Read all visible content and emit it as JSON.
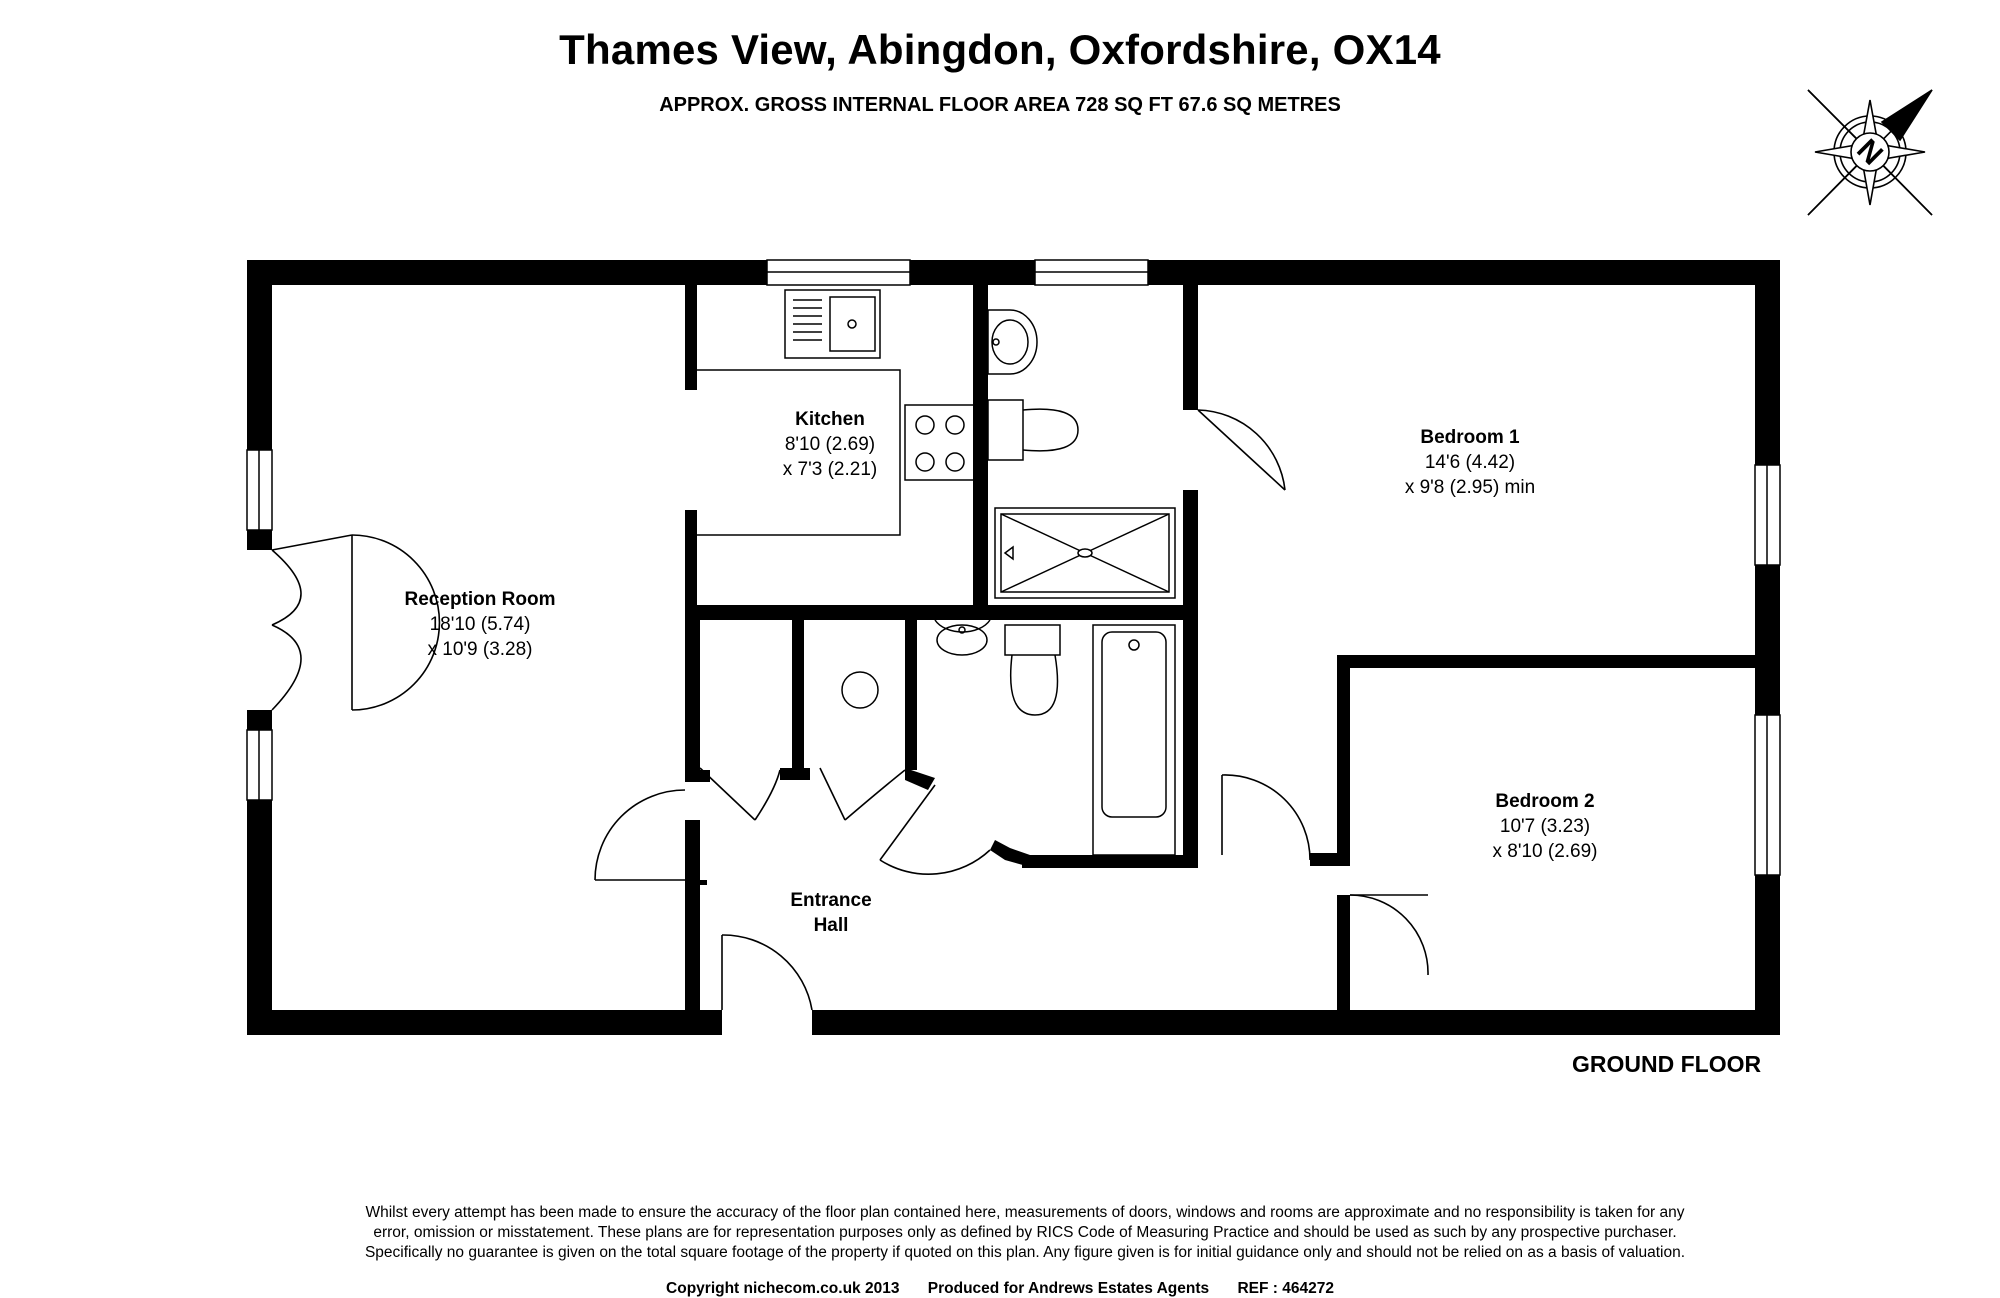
{
  "header": {
    "title": "Thames View, Abingdon, Oxfordshire, OX14",
    "subtitle": "APPROX. GROSS INTERNAL FLOOR AREA 728 SQ FT 67.6 SQ METRES"
  },
  "compass": {
    "letter": "N",
    "icon": "north-arrow-compass-icon"
  },
  "rooms": {
    "reception": {
      "name": "Reception Room",
      "dim1": "18'10 (5.74)",
      "dim2": "x 10'9 (3.28)"
    },
    "kitchen": {
      "name": "Kitchen",
      "dim1": "8'10 (2.69)",
      "dim2": "x 7'3 (2.21)"
    },
    "bedroom1": {
      "name": "Bedroom 1",
      "dim1": "14'6 (4.42)",
      "dim2": "x 9'8 (2.95) min"
    },
    "bedroom2": {
      "name": "Bedroom 2",
      "dim1": "10'7 (3.23)",
      "dim2": "x 8'10 (2.69)"
    },
    "hall": {
      "name_line1": "Entrance",
      "name_line2": "Hall"
    }
  },
  "floor_label": "GROUND FLOOR",
  "disclaimer": {
    "line1": "Whilst every attempt has been made to ensure the accuracy of the floor plan contained here, measurements of doors, windows and rooms are approximate and no responsibility is taken for any",
    "line2": "error, omission or misstatement. These plans are for representation purposes only as defined by RICS Code of Measuring Practice and should be used as such by any prospective purchaser.",
    "line3": "Specifically no guarantee is given on the total square footage of the property if quoted on this plan. Any figure given is for initial guidance only and should not be relied on as a basis of valuation."
  },
  "footer": {
    "copyright": "Copyright nichecom.co.uk 2013",
    "produced": "Produced for Andrews Estates Agents",
    "ref": "REF : 464272"
  }
}
